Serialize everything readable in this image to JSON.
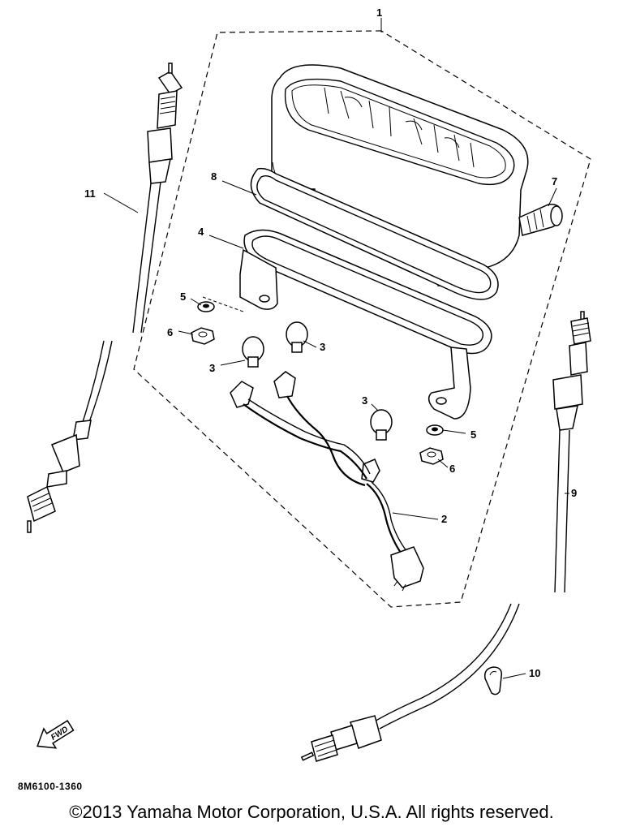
{
  "callouts": {
    "c1": "1",
    "c2": "2",
    "c3a": "3",
    "c3b": "3",
    "c3c": "3",
    "c4": "4",
    "c5a": "5",
    "c5b": "5",
    "c6a": "6",
    "c6b": "6",
    "c7": "7",
    "c8": "8",
    "c9": "9",
    "c10": "10",
    "c11": "11"
  },
  "fwd_label": "FWD",
  "drawing_code": "8M6100-1360",
  "copyright": "©2013 Yamaha Motor Corporation, U.S.A. All rights reserved."
}
